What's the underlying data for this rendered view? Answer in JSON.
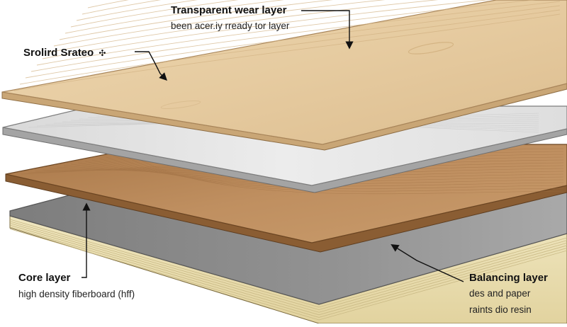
{
  "diagram": {
    "layers": [
      {
        "id": "wear",
        "title": "Transparent wear layer",
        "subtitle": "been acer.iy rready tor layer"
      },
      {
        "id": "decor",
        "title": "Srolird Srateo",
        "glyph": "✣"
      },
      {
        "id": "core",
        "title": "Core layer",
        "subtitle": "high density fiberboard (hff)"
      },
      {
        "id": "balancing",
        "title": "Balancing layer",
        "subtitle_lines": [
          "des and paper",
          "raints dio resin"
        ]
      }
    ],
    "colors": {
      "wood_top": "#e8cfa6",
      "wood_top_edge": "#c8a679",
      "film": "#e6e6e6",
      "film_edge": "#9a9a9a",
      "core_wood": "#b58557",
      "core_edge": "#8f6238",
      "base_gray": "#8c8c8c",
      "base_side": "#e9dfb5"
    }
  }
}
